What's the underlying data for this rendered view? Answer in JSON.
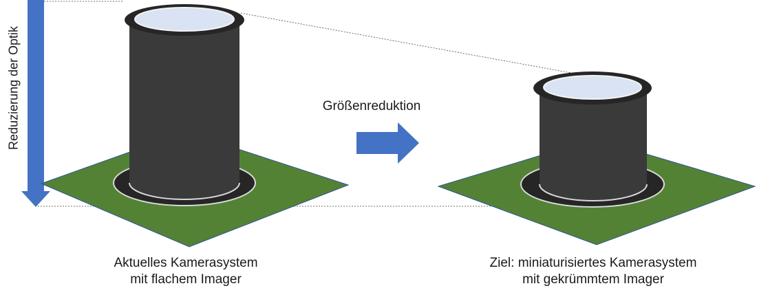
{
  "diagram": {
    "vertical_label": "Reduzierung der Optik",
    "arrow_label": "Größenreduktion",
    "left_caption": {
      "line1": "Aktuelles Kamerasystem",
      "line2": "mit flachem Imager"
    },
    "right_caption": {
      "line1": "Ziel: miniaturisiertes Kamerasystem",
      "line2": "mit gekrümmtem Imager"
    }
  },
  "colors": {
    "board": "#548235",
    "board_edge": "#2f5597",
    "barrel": "#3a3a3a",
    "barrel_dark": "#262626",
    "lens": "#dae3f3",
    "arrow": "#4472c4"
  }
}
